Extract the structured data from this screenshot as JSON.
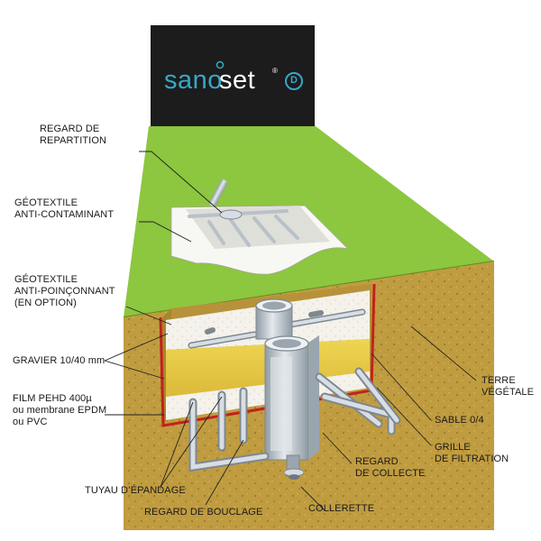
{
  "brand": {
    "logo_prefix": "sano",
    "logo_suffix": "set",
    "registered_mark": "®",
    "badge_letter": "D",
    "accent_color": "#38a7c8",
    "panel_color": "#1c1c1c"
  },
  "colors": {
    "lawn": "#8dc63f",
    "lawn_edge": "#5d8f20",
    "soil": "#bf9b3e",
    "sand": "#e8cc47",
    "gravel": "#f3f1e8",
    "membrane": "#c3211d",
    "pipe": "#c5ced6",
    "pipe_dark": "#7d8891"
  },
  "labels": {
    "regard_repartition": "REGARD DE\nREPARTITION",
    "geotextile_anticontaminant": "GÉOTEXTILE\nANTI-CONTAMINANT",
    "geotextile_antipoinconnant": "GÉOTEXTILE\nANTI-POINÇONNANT\n(EN OPTION)",
    "gravier": "GRAVIER 10/40 mm",
    "film": "FILM PEHD 400µ\nou membrane EPDM\nou PVC",
    "tuyau": "TUYAU D’ÉPANDAGE",
    "regard_bouclage": "REGARD DE BOUCLAGE",
    "collerette": "COLLERETTE",
    "regard_collecte": "REGARD\nDE COLLECTE",
    "grille": "GRILLE\nDE FILTRATION",
    "sable": "SABLE 0/4",
    "terre": "TERRE\nVÉGÉTALE"
  }
}
